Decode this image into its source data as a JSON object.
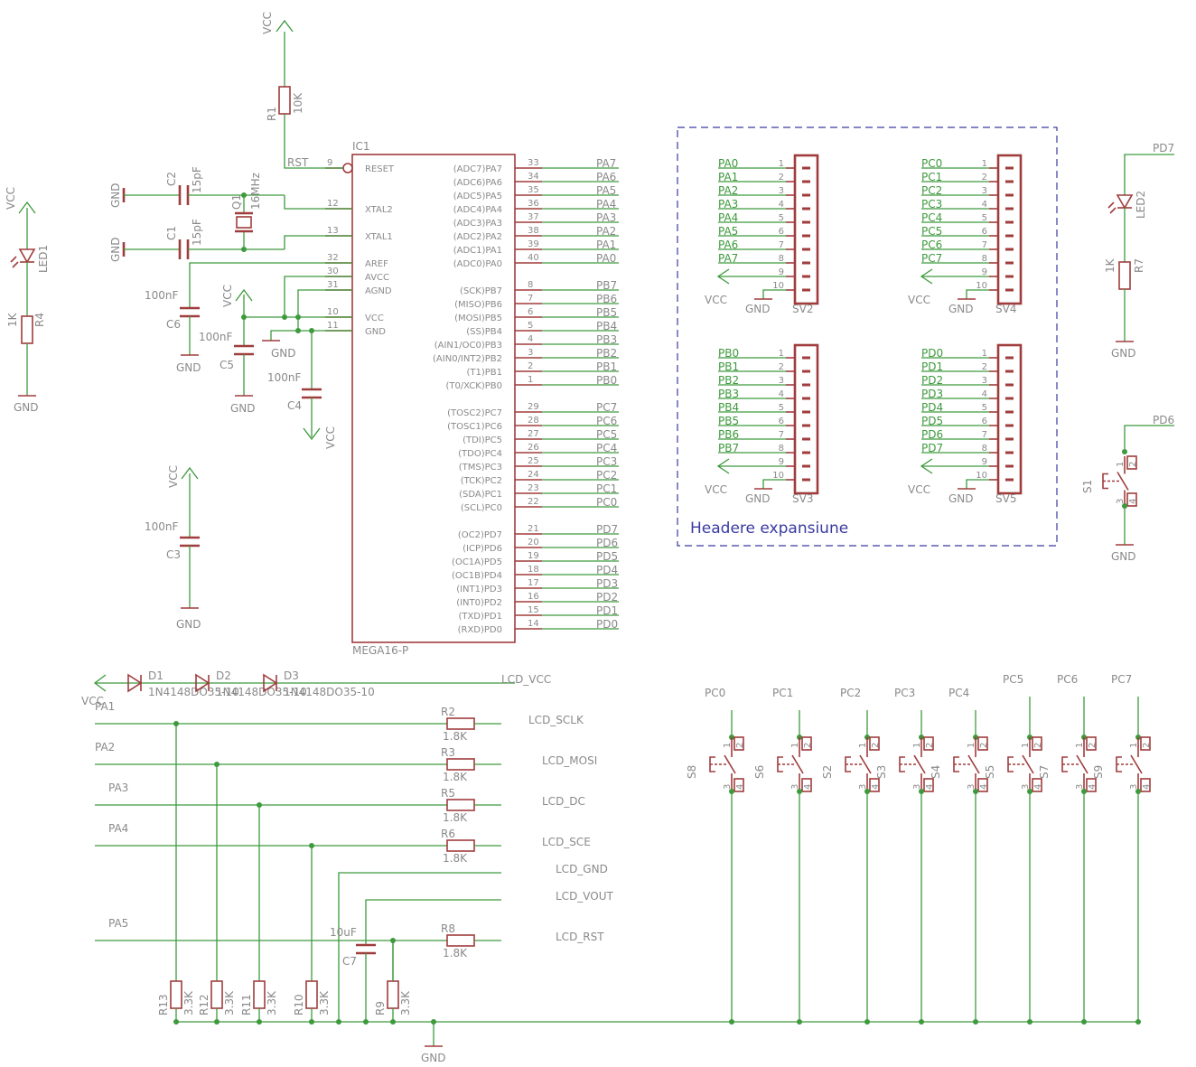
{
  "colors": {
    "wire": "#3d9a3d",
    "symbol": "#a03c3c",
    "label": "#8a8a8a",
    "frame": "#3a3aa0"
  },
  "ic": {
    "ref": "IC1",
    "value": "MEGA16-P",
    "pins_left": [
      {
        "num": "9",
        "name": "RESET"
      },
      {
        "num": "12",
        "name": "XTAL2"
      },
      {
        "num": "13",
        "name": "XTAL1"
      },
      {
        "num": "32",
        "name": "AREF"
      },
      {
        "num": "30",
        "name": "AVCC"
      },
      {
        "num": "31",
        "name": "AGND"
      },
      {
        "num": "10",
        "name": "VCC"
      },
      {
        "num": "11",
        "name": "GND"
      }
    ],
    "pins_right": [
      {
        "num": "33",
        "name": "(ADC7)PA7",
        "net": "PA7"
      },
      {
        "num": "34",
        "name": "(ADC6)PA6",
        "net": "PA6"
      },
      {
        "num": "35",
        "name": "(ADC5)PA5",
        "net": "PA5"
      },
      {
        "num": "36",
        "name": "(ADC4)PA4",
        "net": "PA4"
      },
      {
        "num": "37",
        "name": "(ADC3)PA3",
        "net": "PA3"
      },
      {
        "num": "38",
        "name": "(ADC2)PA2",
        "net": "PA2"
      },
      {
        "num": "39",
        "name": "(ADC1)PA1",
        "net": "PA1"
      },
      {
        "num": "40",
        "name": "(ADC0)PA0",
        "net": "PA0"
      },
      {
        "num": "8",
        "name": "(SCK)PB7",
        "net": "PB7"
      },
      {
        "num": "7",
        "name": "(MISO)PB6",
        "net": "PB6"
      },
      {
        "num": "6",
        "name": "(MOSI)PB5",
        "net": "PB5"
      },
      {
        "num": "5",
        "name": "(SS)PB4",
        "net": "PB4"
      },
      {
        "num": "4",
        "name": "(AIN1/OC0)PB3",
        "net": "PB3"
      },
      {
        "num": "3",
        "name": "(AIN0/INT2)PB2",
        "net": "PB2"
      },
      {
        "num": "2",
        "name": "(T1)PB1",
        "net": "PB1"
      },
      {
        "num": "1",
        "name": "(T0/XCK)PB0",
        "net": "PB0"
      },
      {
        "num": "29",
        "name": "(TOSC2)PC7",
        "net": "PC7"
      },
      {
        "num": "28",
        "name": "(TOSC1)PC6",
        "net": "PC6"
      },
      {
        "num": "27",
        "name": "(TDI)PC5",
        "net": "PC5"
      },
      {
        "num": "26",
        "name": "(TDO)PC4",
        "net": "PC4"
      },
      {
        "num": "25",
        "name": "(TMS)PC3",
        "net": "PC3"
      },
      {
        "num": "24",
        "name": "(TCK)PC2",
        "net": "PC2"
      },
      {
        "num": "23",
        "name": "(SDA)PC1",
        "net": "PC1"
      },
      {
        "num": "22",
        "name": "(SCL)PC0",
        "net": "PC0"
      },
      {
        "num": "21",
        "name": "(OC2)PD7",
        "net": "PD7"
      },
      {
        "num": "20",
        "name": "(ICP)PD6",
        "net": "PD6"
      },
      {
        "num": "19",
        "name": "(OC1A)PD5",
        "net": "PD5"
      },
      {
        "num": "18",
        "name": "(OC1B)PD4",
        "net": "PD4"
      },
      {
        "num": "17",
        "name": "(INT1)PD3",
        "net": "PD3"
      },
      {
        "num": "16",
        "name": "(INT0)PD2",
        "net": "PD2"
      },
      {
        "num": "15",
        "name": "(TXD)PD1",
        "net": "PD1"
      },
      {
        "num": "14",
        "name": "(RXD)PD0",
        "net": "PD0"
      }
    ]
  },
  "net": {
    "vcc": "VCC",
    "gnd": "GND",
    "rst": "RST"
  },
  "parts": {
    "r1": {
      "ref": "R1",
      "value": "10K"
    },
    "c1": {
      "ref": "C1",
      "value": "15pF"
    },
    "c2": {
      "ref": "C2",
      "value": "15pF"
    },
    "q1": {
      "ref": "Q1",
      "value": "16MHz"
    },
    "c3": {
      "ref": "C3",
      "value": "100nF"
    },
    "c4": {
      "ref": "C4",
      "value": "100nF"
    },
    "c5": {
      "ref": "C5",
      "value": "100nF"
    },
    "c6": {
      "ref": "C6",
      "value": "100nF"
    },
    "led1": {
      "ref": "LED1"
    },
    "r4": {
      "ref": "R4",
      "value": "1K"
    },
    "led2": {
      "ref": "LED2"
    },
    "r7": {
      "ref": "R7",
      "value": "1K"
    },
    "s1": {
      "ref": "S1"
    },
    "pd7": "PD7",
    "pd6": "PD6"
  },
  "headers": {
    "title": "Headere expansiune",
    "pin_numbers": [
      "1",
      "2",
      "3",
      "4",
      "5",
      "6",
      "7",
      "8",
      "9",
      "10"
    ],
    "sv2": {
      "ref": "SV2",
      "nets": [
        "PA0",
        "PA1",
        "PA2",
        "PA3",
        "PA4",
        "PA5",
        "PA6",
        "PA7"
      ]
    },
    "sv4": {
      "ref": "SV4",
      "nets": [
        "PC0",
        "PC1",
        "PC2",
        "PC3",
        "PC4",
        "PC5",
        "PC6",
        "PC7"
      ]
    },
    "sv3": {
      "ref": "SV3",
      "nets": [
        "PB0",
        "PB1",
        "PB2",
        "PB3",
        "PB4",
        "PB5",
        "PB6",
        "PB7"
      ]
    },
    "sv5": {
      "ref": "SV5",
      "nets": [
        "PD0",
        "PD1",
        "PD2",
        "PD3",
        "PD4",
        "PD5",
        "PD6",
        "PD7"
      ]
    }
  },
  "lcd": {
    "diodes": [
      {
        "ref": "D1",
        "value": "1N4148DO35-10"
      },
      {
        "ref": "D2",
        "value": "1N4148DO35-10"
      },
      {
        "ref": "D3",
        "value": "1N4148DO35-10"
      }
    ],
    "lcd_vcc": "LCD_VCC",
    "rows": [
      {
        "port": "PA1",
        "ref": "R2",
        "value": "1.8K",
        "net": "LCD_SCLK"
      },
      {
        "port": "PA2",
        "ref": "R3",
        "value": "1.8K",
        "net": "LCD_MOSI"
      },
      {
        "port": "PA3",
        "ref": "R5",
        "value": "1.8K",
        "net": "LCD_DC"
      },
      {
        "port": "PA4",
        "ref": "R6",
        "value": "1.8K",
        "net": "LCD_SCE"
      },
      {
        "port": "PA5",
        "ref": "R8",
        "value": "1.8K",
        "net": "LCD_RST"
      }
    ],
    "lcd_gnd": "LCD_GND",
    "lcd_vout": "LCD_VOUT",
    "c7": {
      "ref": "C7",
      "value": "10uF"
    },
    "pulldowns": [
      {
        "ref": "R13",
        "value": "3.3K"
      },
      {
        "ref": "R12",
        "value": "3.3K"
      },
      {
        "ref": "R11",
        "value": "3.3K"
      },
      {
        "ref": "R10",
        "value": "3.3K"
      },
      {
        "ref": "R9",
        "value": "3.3K"
      }
    ]
  },
  "buttons": [
    {
      "ref": "S8",
      "net": "PC0"
    },
    {
      "ref": "S6",
      "net": "PC1"
    },
    {
      "ref": "S2",
      "net": "PC2"
    },
    {
      "ref": "S3",
      "net": "PC3"
    },
    {
      "ref": "S4",
      "net": "PC4"
    },
    {
      "ref": "S5",
      "net": "PC5"
    },
    {
      "ref": "S7",
      "net": "PC6"
    },
    {
      "ref": "S9",
      "net": "PC7"
    }
  ],
  "switch_pins": [
    "1",
    "2",
    "3",
    "4"
  ]
}
